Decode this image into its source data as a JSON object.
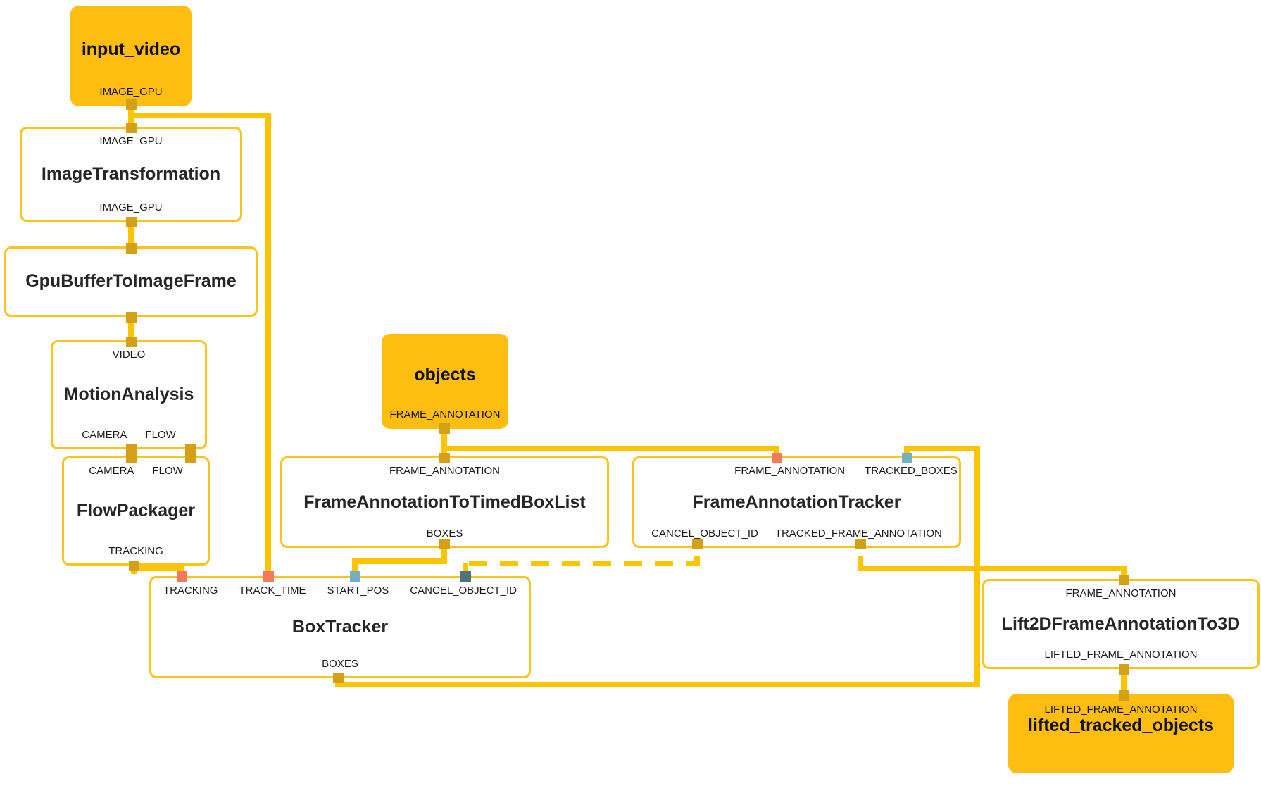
{
  "diagram": {
    "type": "mediapipe-calculator-graph",
    "background": "#ffffff",
    "wire_color": "#FDC500",
    "node_border_color": "#FCC419",
    "stream_fill_color": "#FDBE11",
    "connector_colors": {
      "gold": "#D4A017",
      "salmon": "#F1795C",
      "lightblue": "#75AFC4",
      "teal": "#4C7381"
    }
  },
  "nodes": {
    "input_video": {
      "title": "input_video",
      "kind": "stream",
      "outputs": [
        "IMAGE_GPU"
      ]
    },
    "image_transformation": {
      "title": "ImageTransformation",
      "kind": "calculator",
      "inputs": [
        "IMAGE_GPU"
      ],
      "outputs": [
        "IMAGE_GPU"
      ]
    },
    "gpu_buffer_to_image_frame": {
      "title": "GpuBufferToImageFrame",
      "kind": "calculator",
      "inputs": [],
      "outputs": []
    },
    "motion_analysis": {
      "title": "MotionAnalysis",
      "kind": "calculator",
      "inputs": [
        "VIDEO"
      ],
      "outputs": [
        "CAMERA",
        "FLOW"
      ]
    },
    "flow_packager": {
      "title": "FlowPackager",
      "kind": "calculator",
      "inputs": [
        "CAMERA",
        "FLOW"
      ],
      "outputs": [
        "TRACKING"
      ]
    },
    "objects": {
      "title": "objects",
      "kind": "stream",
      "outputs": [
        "FRAME_ANNOTATION"
      ]
    },
    "frame_annotation_to_timed_box_list": {
      "title": "FrameAnnotationToTimedBoxList",
      "kind": "calculator",
      "inputs": [
        "FRAME_ANNOTATION"
      ],
      "outputs": [
        "BOXES"
      ]
    },
    "frame_annotation_tracker": {
      "title": "FrameAnnotationTracker",
      "kind": "calculator",
      "inputs": [
        "FRAME_ANNOTATION",
        "TRACKED_BOXES"
      ],
      "outputs": [
        "CANCEL_OBJECT_ID",
        "TRACKED_FRAME_ANNOTATION"
      ]
    },
    "box_tracker": {
      "title": "BoxTracker",
      "kind": "calculator",
      "inputs": [
        "TRACKING",
        "TRACK_TIME",
        "START_POS",
        "CANCEL_OBJECT_ID"
      ],
      "outputs": [
        "BOXES"
      ]
    },
    "lift_2d_frame_annotation_to_3d": {
      "title": "Lift2DFrameAnnotationTo3D",
      "kind": "calculator",
      "inputs": [
        "FRAME_ANNOTATION"
      ],
      "outputs": [
        "LIFTED_FRAME_ANNOTATION"
      ]
    },
    "lifted_tracked_objects": {
      "title": "lifted_tracked_objects",
      "kind": "stream",
      "inputs": [
        "LIFTED_FRAME_ANNOTATION"
      ]
    }
  },
  "edges": [
    {
      "from": "input_video.IMAGE_GPU",
      "to": "image_transformation.IMAGE_GPU",
      "style": "solid"
    },
    {
      "from": "input_video.IMAGE_GPU",
      "to": "box_tracker.TRACK_TIME",
      "style": "solid"
    },
    {
      "from": "image_transformation.IMAGE_GPU",
      "to": "gpu_buffer_to_image_frame",
      "style": "solid"
    },
    {
      "from": "gpu_buffer_to_image_frame",
      "to": "motion_analysis.VIDEO",
      "style": "solid"
    },
    {
      "from": "motion_analysis.CAMERA",
      "to": "flow_packager.CAMERA",
      "style": "solid"
    },
    {
      "from": "motion_analysis.FLOW",
      "to": "flow_packager.FLOW",
      "style": "solid"
    },
    {
      "from": "flow_packager.TRACKING",
      "to": "box_tracker.TRACKING",
      "style": "solid"
    },
    {
      "from": "objects.FRAME_ANNOTATION",
      "to": "frame_annotation_to_timed_box_list.FRAME_ANNOTATION",
      "style": "solid"
    },
    {
      "from": "objects.FRAME_ANNOTATION",
      "to": "frame_annotation_tracker.FRAME_ANNOTATION",
      "style": "solid"
    },
    {
      "from": "frame_annotation_to_timed_box_list.BOXES",
      "to": "box_tracker.START_POS",
      "style": "solid"
    },
    {
      "from": "frame_annotation_tracker.CANCEL_OBJECT_ID",
      "to": "box_tracker.CANCEL_OBJECT_ID",
      "style": "dashed"
    },
    {
      "from": "box_tracker.BOXES",
      "to": "frame_annotation_tracker.TRACKED_BOXES",
      "style": "solid"
    },
    {
      "from": "frame_annotation_tracker.TRACKED_FRAME_ANNOTATION",
      "to": "lift_2d_frame_annotation_to_3d.FRAME_ANNOTATION",
      "style": "solid"
    },
    {
      "from": "lift_2d_frame_annotation_to_3d.LIFTED_FRAME_ANNOTATION",
      "to": "lifted_tracked_objects.LIFTED_FRAME_ANNOTATION",
      "style": "solid"
    }
  ]
}
